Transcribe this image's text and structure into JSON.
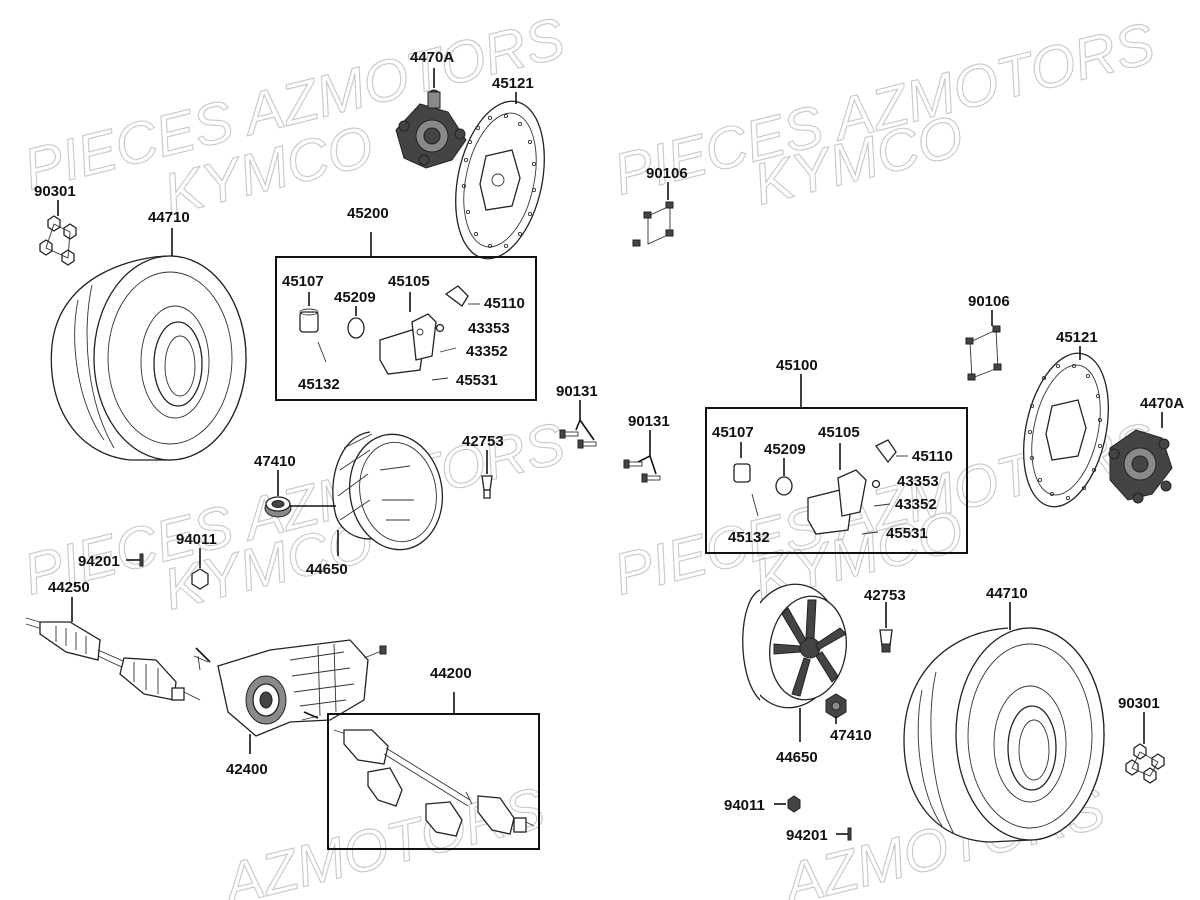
{
  "watermarks": {
    "w1": "PIECES AZMOTORS",
    "w2": "KYMCO",
    "w3": "PIECES AZMOTORS",
    "w4": "KYMCO",
    "w5": "PIECES AZMOTORS",
    "w6": "KYMCO",
    "w7": "PIECES AZMOTORS",
    "w8": "KYMCO",
    "w9": "AZMOTORS",
    "w10": "AZMOTORS"
  },
  "labels": {
    "hub_l": "4470A",
    "disc_l": "45121",
    "nut_l": "90301",
    "tire_l": "44710",
    "caliper_asm_l": "45200",
    "c_45107_l": "45107",
    "c_45209_l": "45209",
    "c_45105_l": "45105",
    "c_45110_l": "45110",
    "c_43353_l": "43353",
    "c_43352_l": "43352",
    "c_45132_l": "45132",
    "c_45531_l": "45531",
    "bolt_90106_l": "90106",
    "rim_l": "44650",
    "bearing_l": "47410",
    "valve_l": "42753",
    "bolt_90131_a": "90131",
    "bolt_90131_b": "90131",
    "pin_94201_l": "94201",
    "nut_94011_l": "94011",
    "axle_l": "44250",
    "gearcase_l": "42400",
    "axle_asm": "44200",
    "bolt_90106_r": "90106",
    "disc_r": "45121",
    "hub_r": "4470A",
    "caliper_asm_r": "45100",
    "c_45107_r": "45107",
    "c_45209_r": "45209",
    "c_45105_r": "45105",
    "c_45110_r": "45110",
    "c_43353_r": "43353",
    "c_43352_r": "43352",
    "c_45132_r": "45132",
    "c_45531_r": "45531",
    "valve_r": "42753",
    "tire_r": "44710",
    "bearing_r": "47410",
    "rim_r": "44650",
    "nut_r": "90301",
    "nut_94011_r": "94011",
    "pin_94201_r": "94201"
  }
}
